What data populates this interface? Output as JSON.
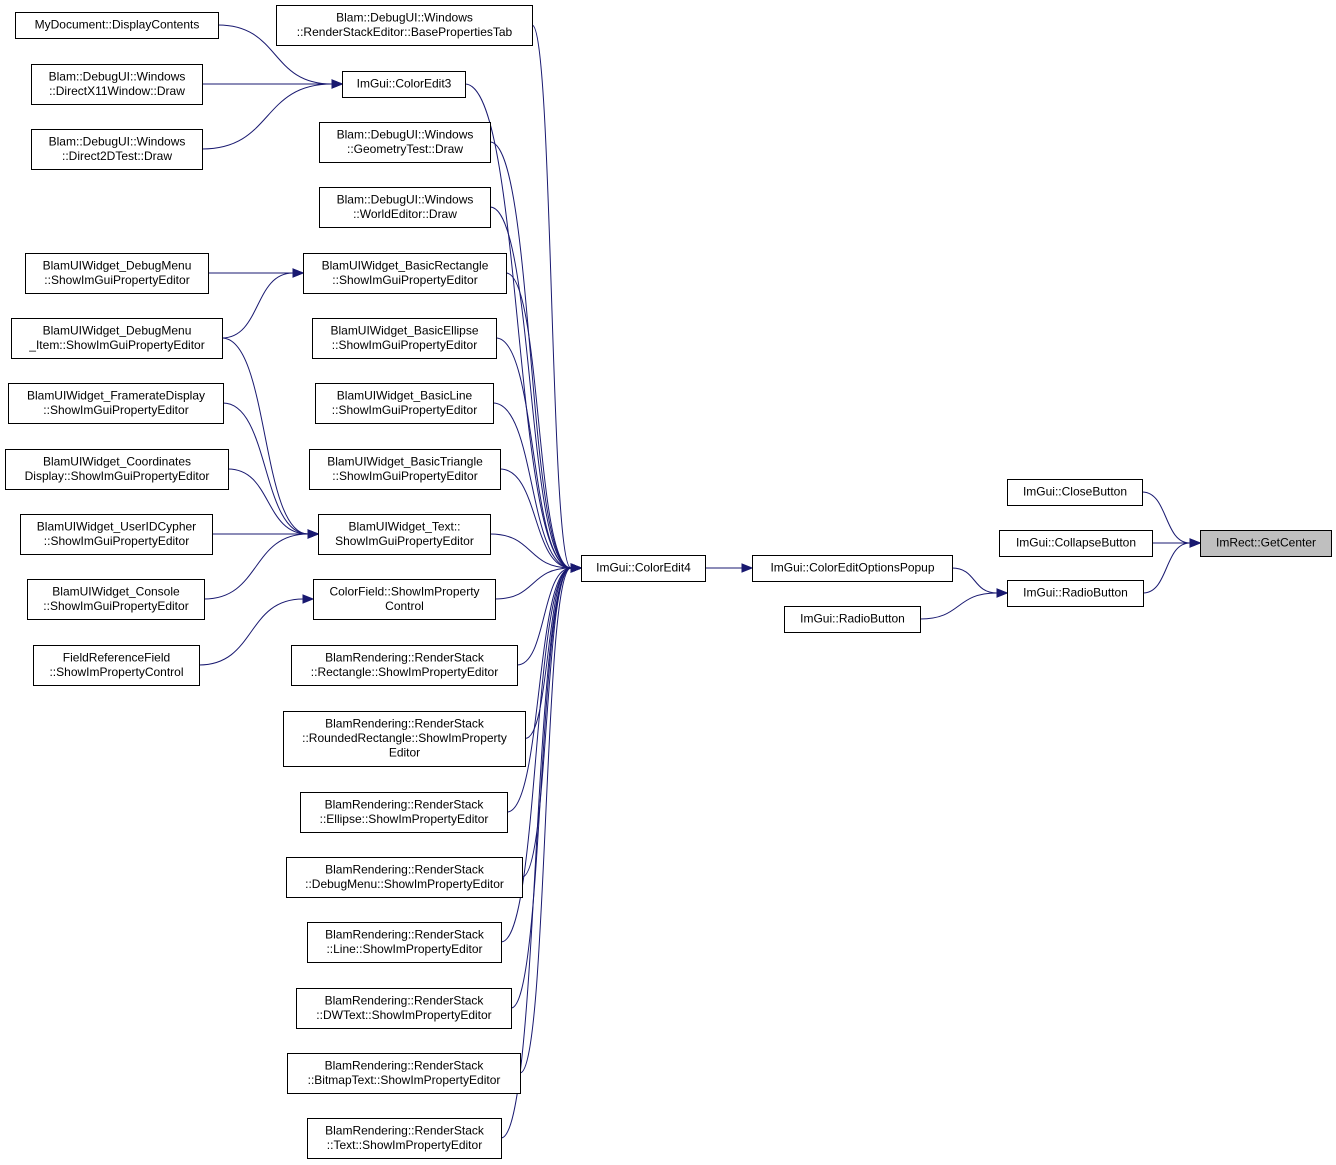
{
  "graph": {
    "colors": {
      "edge": "#191970",
      "node_border": "#000000",
      "current_node_fill": "#bfbfbf",
      "node_fill": "#ffffff"
    },
    "nodes": [
      {
        "id": "mydoc",
        "lines": [
          "MyDocument::DisplayContents"
        ]
      },
      {
        "id": "dx11",
        "lines": [
          "Blam::DebugUI::Windows",
          "::DirectX11Window::Draw"
        ]
      },
      {
        "id": "d2d",
        "lines": [
          "Blam::DebugUI::Windows",
          "::Direct2DTest::Draw"
        ]
      },
      {
        "id": "dbgmenu",
        "lines": [
          "BlamUIWidget_DebugMenu",
          "::ShowImGuiPropertyEditor"
        ]
      },
      {
        "id": "dbgmenuitem",
        "lines": [
          "BlamUIWidget_DebugMenu",
          "_Item::ShowImGuiPropertyEditor"
        ]
      },
      {
        "id": "framerate",
        "lines": [
          "BlamUIWidget_FramerateDisplay",
          "::ShowImGuiPropertyEditor"
        ]
      },
      {
        "id": "coords",
        "lines": [
          "BlamUIWidget_Coordinates",
          "Display::ShowImGuiPropertyEditor"
        ]
      },
      {
        "id": "useridc",
        "lines": [
          "BlamUIWidget_UserIDCypher",
          "::ShowImGuiPropertyEditor"
        ]
      },
      {
        "id": "console",
        "lines": [
          "BlamUIWidget_Console",
          "::ShowImGuiPropertyEditor"
        ]
      },
      {
        "id": "fieldref",
        "lines": [
          "FieldReferenceField",
          "::ShowImPropertyControl"
        ]
      },
      {
        "id": "baseprops",
        "lines": [
          "Blam::DebugUI::Windows",
          "::RenderStackEditor::BasePropertiesTab"
        ]
      },
      {
        "id": "coloredit3",
        "lines": [
          "ImGui::ColorEdit3"
        ]
      },
      {
        "id": "geomtest",
        "lines": [
          "Blam::DebugUI::Windows",
          "::GeometryTest::Draw"
        ]
      },
      {
        "id": "worldeditor",
        "lines": [
          "Blam::DebugUI::Windows",
          "::WorldEditor::Draw"
        ]
      },
      {
        "id": "basicrect",
        "lines": [
          "BlamUIWidget_BasicRectangle",
          "::ShowImGuiPropertyEditor"
        ]
      },
      {
        "id": "basicellipse",
        "lines": [
          "BlamUIWidget_BasicEllipse",
          "::ShowImGuiPropertyEditor"
        ]
      },
      {
        "id": "basicline",
        "lines": [
          "BlamUIWidget_BasicLine",
          "::ShowImGuiPropertyEditor"
        ]
      },
      {
        "id": "basictriangle",
        "lines": [
          "BlamUIWidget_BasicTriangle",
          "::ShowImGuiPropertyEditor"
        ]
      },
      {
        "id": "text",
        "lines": [
          "BlamUIWidget_Text::",
          "ShowImGuiPropertyEditor"
        ]
      },
      {
        "id": "colorfield",
        "lines": [
          "ColorField::ShowImProperty",
          "Control"
        ]
      },
      {
        "id": "rs_rect",
        "lines": [
          "BlamRendering::RenderStack",
          "::Rectangle::ShowImPropertyEditor"
        ]
      },
      {
        "id": "rs_rrect",
        "lines": [
          "BlamRendering::RenderStack",
          "::RoundedRectangle::ShowImProperty",
          "Editor"
        ]
      },
      {
        "id": "rs_ellipse",
        "lines": [
          "BlamRendering::RenderStack",
          "::Ellipse::ShowImPropertyEditor"
        ]
      },
      {
        "id": "rs_dbgmenu",
        "lines": [
          "BlamRendering::RenderStack",
          "::DebugMenu::ShowImPropertyEditor"
        ]
      },
      {
        "id": "rs_line",
        "lines": [
          "BlamRendering::RenderStack",
          "::Line::ShowImPropertyEditor"
        ]
      },
      {
        "id": "rs_dwtext",
        "lines": [
          "BlamRendering::RenderStack",
          "::DWText::ShowImPropertyEditor"
        ]
      },
      {
        "id": "rs_bitmap",
        "lines": [
          "BlamRendering::RenderStack",
          "::BitmapText::ShowImPropertyEditor"
        ]
      },
      {
        "id": "rs_text",
        "lines": [
          "BlamRendering::RenderStack",
          "::Text::ShowImPropertyEditor"
        ]
      },
      {
        "id": "coloredit4",
        "lines": [
          "ImGui::ColorEdit4"
        ]
      },
      {
        "id": "ceopopup",
        "lines": [
          "ImGui::ColorEditOptionsPopup"
        ]
      },
      {
        "id": "radiobtn1",
        "lines": [
          "ImGui::RadioButton"
        ]
      },
      {
        "id": "closebtn",
        "lines": [
          "ImGui::CloseButton"
        ]
      },
      {
        "id": "collapsebtn",
        "lines": [
          "ImGui::CollapseButton"
        ]
      },
      {
        "id": "radiobtn2",
        "lines": [
          "ImGui::RadioButton"
        ]
      },
      {
        "id": "getcenter",
        "lines": [
          "ImRect::GetCenter"
        ],
        "current": true
      }
    ],
    "edges": [
      [
        "mydoc",
        "coloredit3"
      ],
      [
        "dx11",
        "coloredit3"
      ],
      [
        "d2d",
        "coloredit3"
      ],
      [
        "dbgmenu",
        "basicrect"
      ],
      [
        "dbgmenuitem",
        "basicrect"
      ],
      [
        "dbgmenuitem",
        "text"
      ],
      [
        "framerate",
        "text"
      ],
      [
        "coords",
        "text"
      ],
      [
        "useridc",
        "text"
      ],
      [
        "console",
        "text"
      ],
      [
        "fieldref",
        "colorfield"
      ],
      [
        "baseprops",
        "coloredit4"
      ],
      [
        "coloredit3",
        "coloredit4"
      ],
      [
        "geomtest",
        "coloredit4"
      ],
      [
        "worldeditor",
        "coloredit4"
      ],
      [
        "basicrect",
        "coloredit4"
      ],
      [
        "basicellipse",
        "coloredit4"
      ],
      [
        "basicline",
        "coloredit4"
      ],
      [
        "basictriangle",
        "coloredit4"
      ],
      [
        "text",
        "coloredit4"
      ],
      [
        "colorfield",
        "coloredit4"
      ],
      [
        "rs_rect",
        "coloredit4"
      ],
      [
        "rs_rrect",
        "coloredit4"
      ],
      [
        "rs_ellipse",
        "coloredit4"
      ],
      [
        "rs_dbgmenu",
        "coloredit4"
      ],
      [
        "rs_line",
        "coloredit4"
      ],
      [
        "rs_dwtext",
        "coloredit4"
      ],
      [
        "rs_bitmap",
        "coloredit4"
      ],
      [
        "rs_text",
        "coloredit4"
      ],
      [
        "coloredit4",
        "ceopopup"
      ],
      [
        "ceopopup",
        "radiobtn2"
      ],
      [
        "radiobtn1",
        "radiobtn2"
      ],
      [
        "closebtn",
        "getcenter"
      ],
      [
        "collapsebtn",
        "getcenter"
      ],
      [
        "radiobtn2",
        "getcenter"
      ]
    ]
  }
}
